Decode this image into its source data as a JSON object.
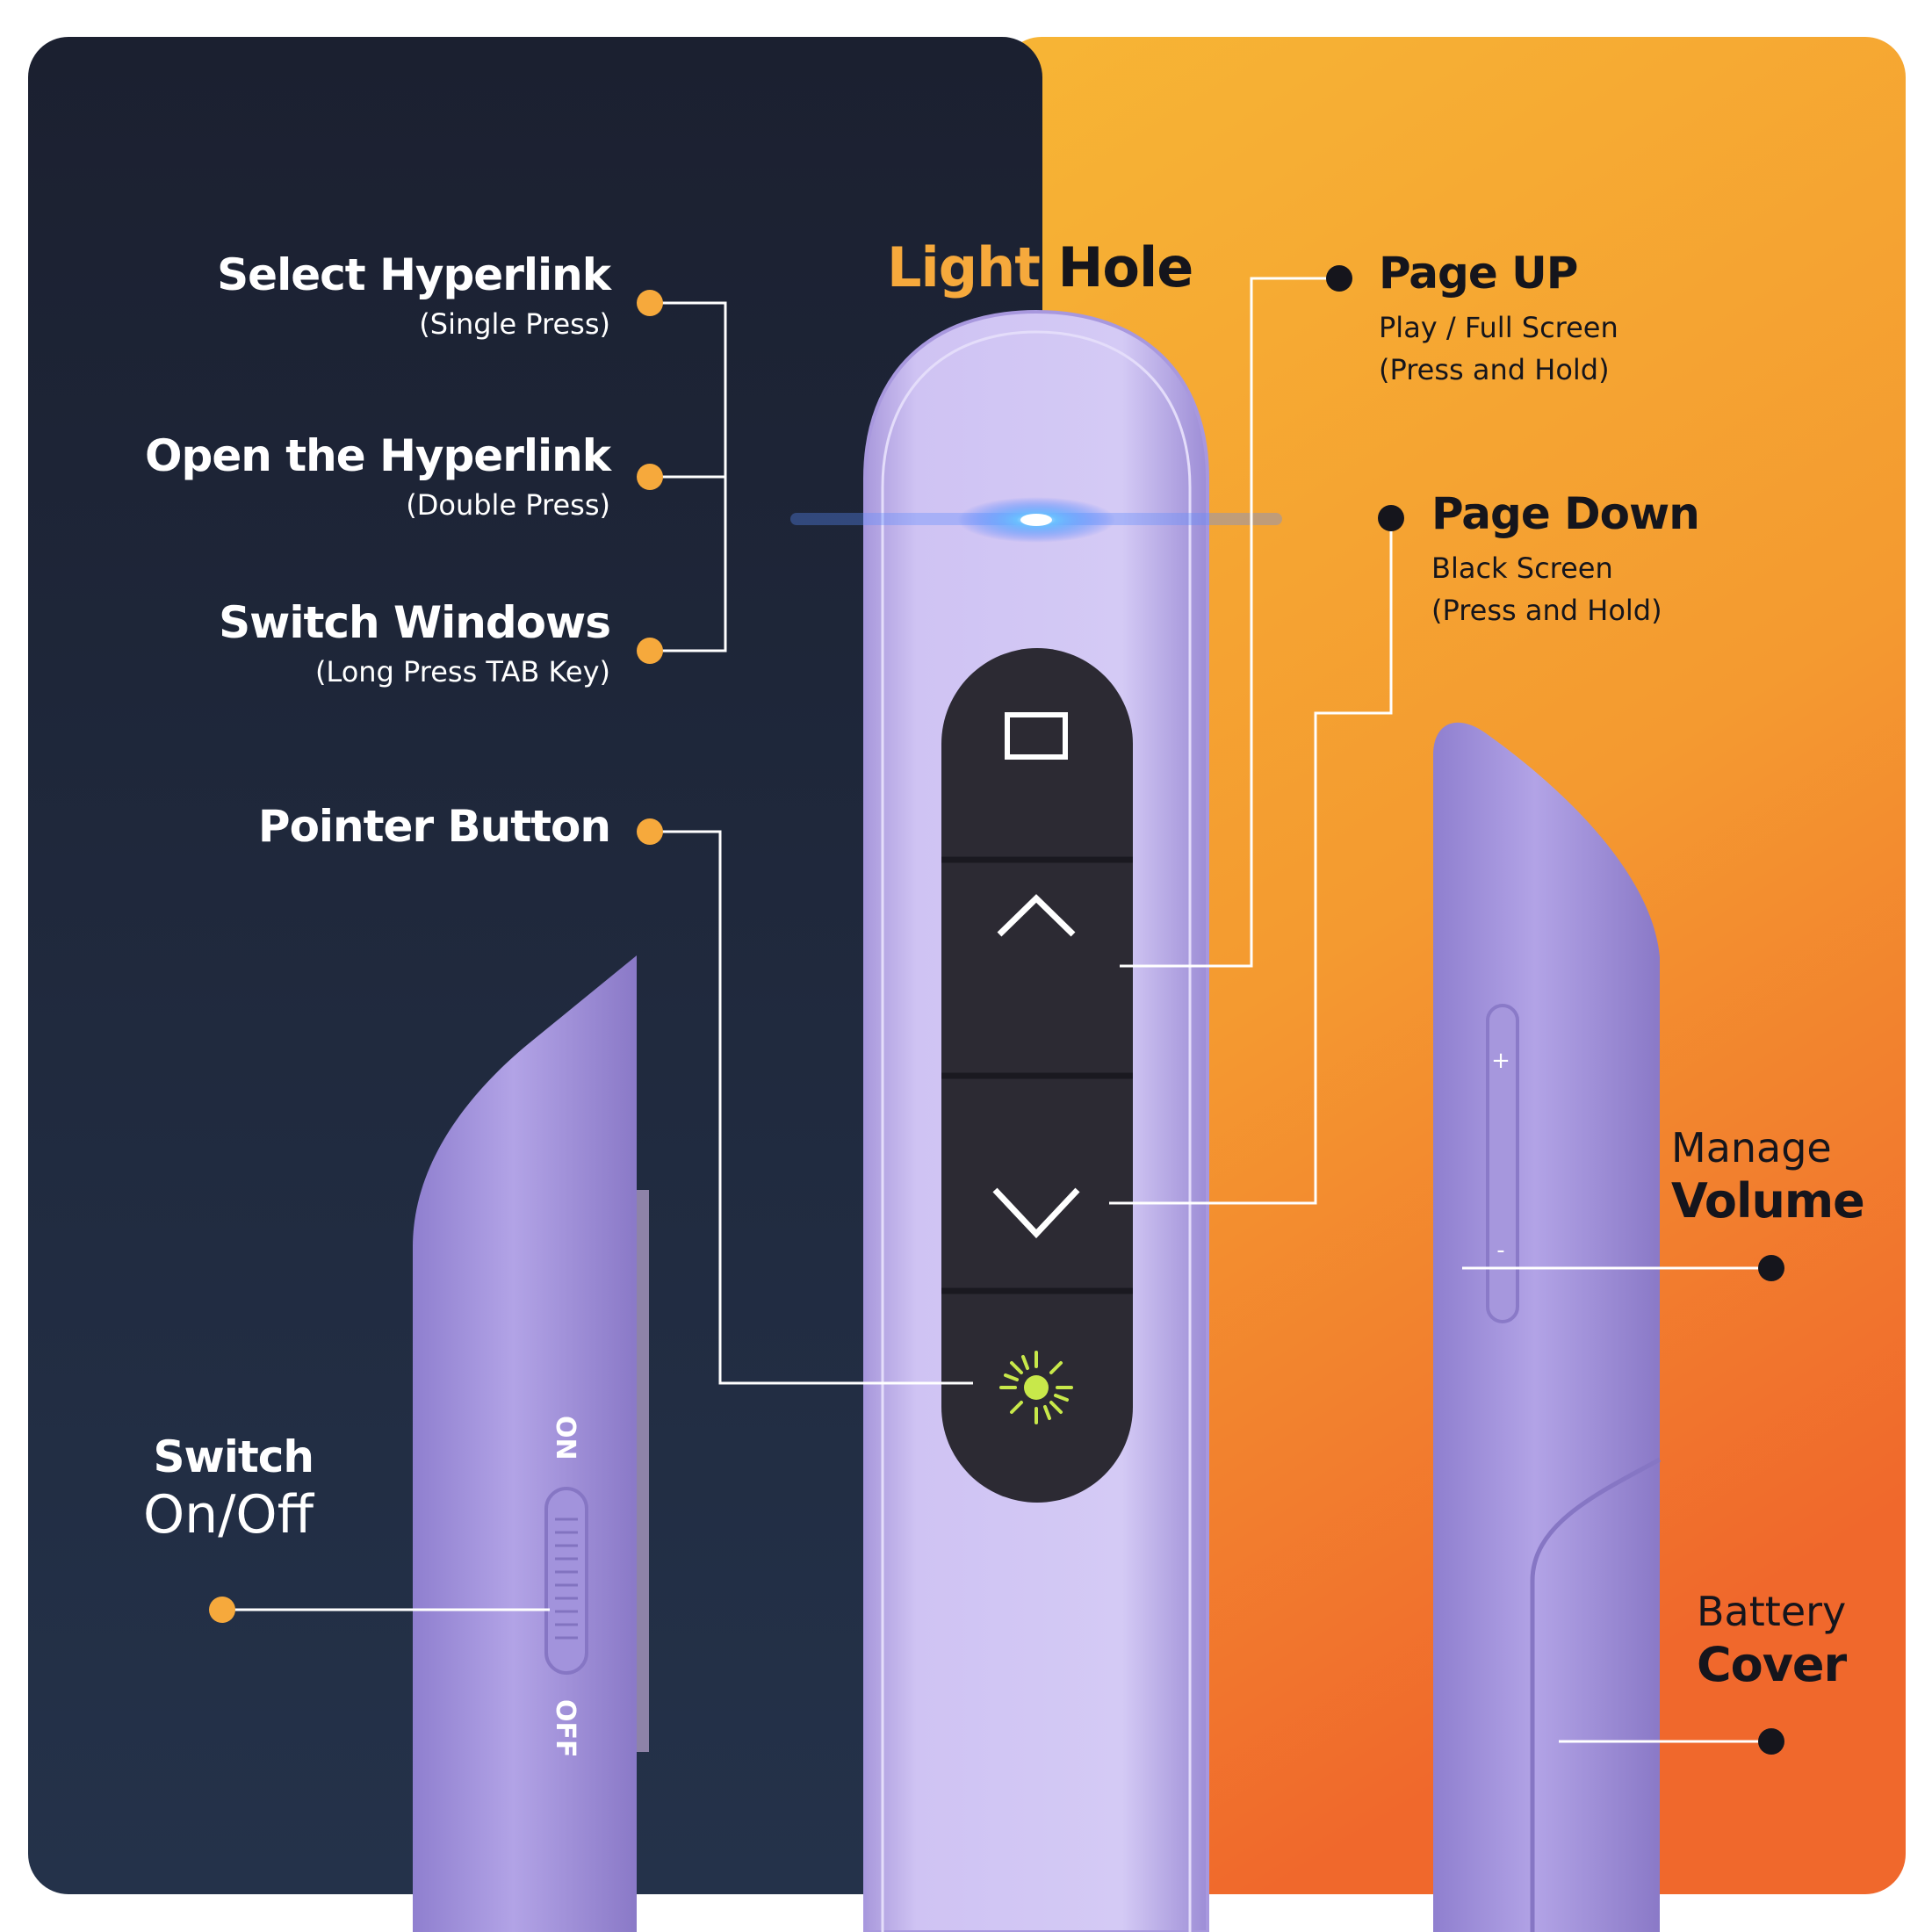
{
  "title": {
    "light": "Light",
    "hole": "Hole"
  },
  "left_labels": {
    "select_hyperlink": {
      "title": "Select Hyperlink",
      "note": "(Single Press)"
    },
    "open_hyperlink": {
      "title": "Open the Hyperlink",
      "note": "(Double Press)"
    },
    "switch_windows": {
      "title": "Switch Windows",
      "note": "(Long Press TAB Key)"
    },
    "pointer_button": {
      "title": "Pointer Button"
    },
    "switch_onoff": {
      "line1": "Switch",
      "line2": "On/Off"
    }
  },
  "right_labels": {
    "page_up": {
      "title": "Page UP",
      "note1": "Play / Full Screen",
      "note2": "(Press and Hold)"
    },
    "page_down": {
      "title": "Page Down",
      "note1": "Black Screen",
      "note2": "(Press and Hold)"
    },
    "manage_volume": {
      "line1": "Manage",
      "line2": "Volume"
    },
    "battery_cover": {
      "line1": "Battery",
      "line2": "Cover"
    }
  },
  "device_text": {
    "on": "ON",
    "off": "OFF",
    "plus": "+",
    "minus": "-"
  },
  "colors": {
    "dark_panel": "#1e2433",
    "orange_top": "#f7b535",
    "orange_bottom": "#f06a2c",
    "device": "#c6b8ee",
    "buttons": "#2c2a33",
    "accent_dot": "#f6a93c",
    "laser": "#c8e84a",
    "led": "#4aa0ff"
  },
  "icons": [
    "stop-square-icon",
    "chevron-up-icon",
    "chevron-down-icon",
    "laser-sun-icon"
  ]
}
